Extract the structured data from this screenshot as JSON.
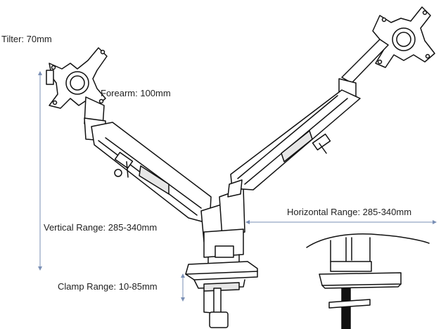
{
  "labels": {
    "tilter": "Tilter: 70mm",
    "forearm": "Forearm: 100mm",
    "vertical_range": "Vertical Range: 285-340mm",
    "horizontal_range": "Horizontal Range: 285-340mm",
    "clamp_range": "Clamp Range: 10-85mm"
  },
  "colors": {
    "line": "#111111",
    "dimension": "#7a8fb5",
    "fill": "#ffffff",
    "shade": "#e6e6e6"
  }
}
